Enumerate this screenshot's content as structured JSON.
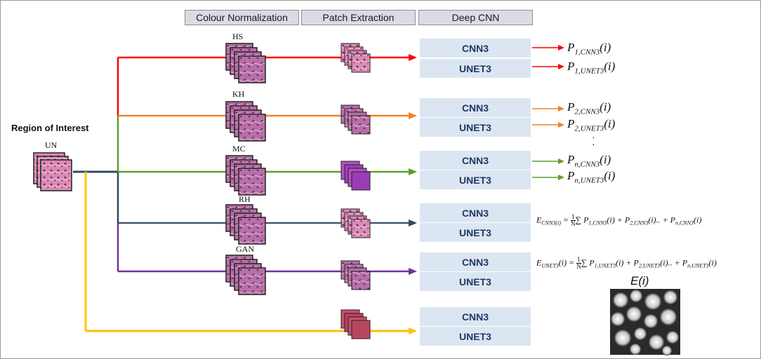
{
  "headers": {
    "colour_normalization": "Colour  Normalization",
    "patch_extraction": "Patch Extraction",
    "deep_cnn": "Deep CNN"
  },
  "region_of_interest": {
    "label": "Region of Interest",
    "stack_label": "UN"
  },
  "branches": [
    {
      "stain_label": "HS",
      "color": "#ff0000",
      "cnn": "CNN3",
      "unet": "UNET3"
    },
    {
      "stain_label": "KH",
      "color": "#f58220",
      "cnn": "CNN3",
      "unet": "UNET3"
    },
    {
      "stain_label": "MC",
      "color": "#5aa02c",
      "cnn": "CNN3",
      "unet": "UNET3"
    },
    {
      "stain_label": "RH",
      "color": "#2e4a62",
      "cnn": "CNN3",
      "unet": "UNET3"
    },
    {
      "stain_label": "GAN",
      "color": "#7030a0",
      "cnn": "CNN3",
      "unet": "UNET3"
    },
    {
      "stain_label": "",
      "color": "#ffc000",
      "cnn": "CNN3",
      "unet": "UNET3"
    }
  ],
  "outputs": {
    "p1_cnn": {
      "base": "P",
      "sub": "1,CNN3",
      "arg": "(i)"
    },
    "p1_unet": {
      "base": "P",
      "sub": "1,UNET3",
      "arg": "(i)"
    },
    "p2_cnn": {
      "base": "P",
      "sub": "2,CNN3",
      "arg": "(i)"
    },
    "p2_unet": {
      "base": "P",
      "sub": "2,UNET3",
      "arg": "(i)"
    },
    "pn_cnn": {
      "base": "P",
      "sub": "n,CNN3",
      "arg": "(i)"
    },
    "pn_unet": {
      "base": "P",
      "sub": "n,UNET3",
      "arg": "(i)"
    },
    "ellipsis": "·\n·"
  },
  "equations": {
    "e_cnn": {
      "lhs": "E",
      "lhs_sub": "CNN3(i)",
      "eq": " = ",
      "frac_num": "1",
      "frac_den": "N",
      "rhs": "∑ P",
      "t1_sub": "1,CNN3",
      "t1": "(i) + P",
      "t2_sub": "2,CNN3",
      "t2": "(i).. + P",
      "t3_sub": "n,CNN3",
      "t3": "(i)"
    },
    "e_unet": {
      "lhs": "E",
      "lhs_sub": "UNET3",
      "lhs_arg": "(i) = ",
      "frac_num": "1",
      "frac_den": "N",
      "rhs": "∑ P",
      "t1_sub": "1,UNET3",
      "t1": "(i) + P",
      "t2_sub": "2,UNET3",
      "t2": "(i).. + P",
      "t3_sub": "n,UNET3",
      "t3": "(i)"
    }
  },
  "result_label": "E(i)",
  "colors": {
    "red": "#ff0000",
    "orange": "#f58220",
    "green": "#5aa02c",
    "navy": "#2e4a62",
    "purple": "#7030a0",
    "yellow": "#ffc000",
    "model_box": "#dce6f2",
    "model_text": "#1f3864",
    "header_box": "#d9dce3"
  }
}
